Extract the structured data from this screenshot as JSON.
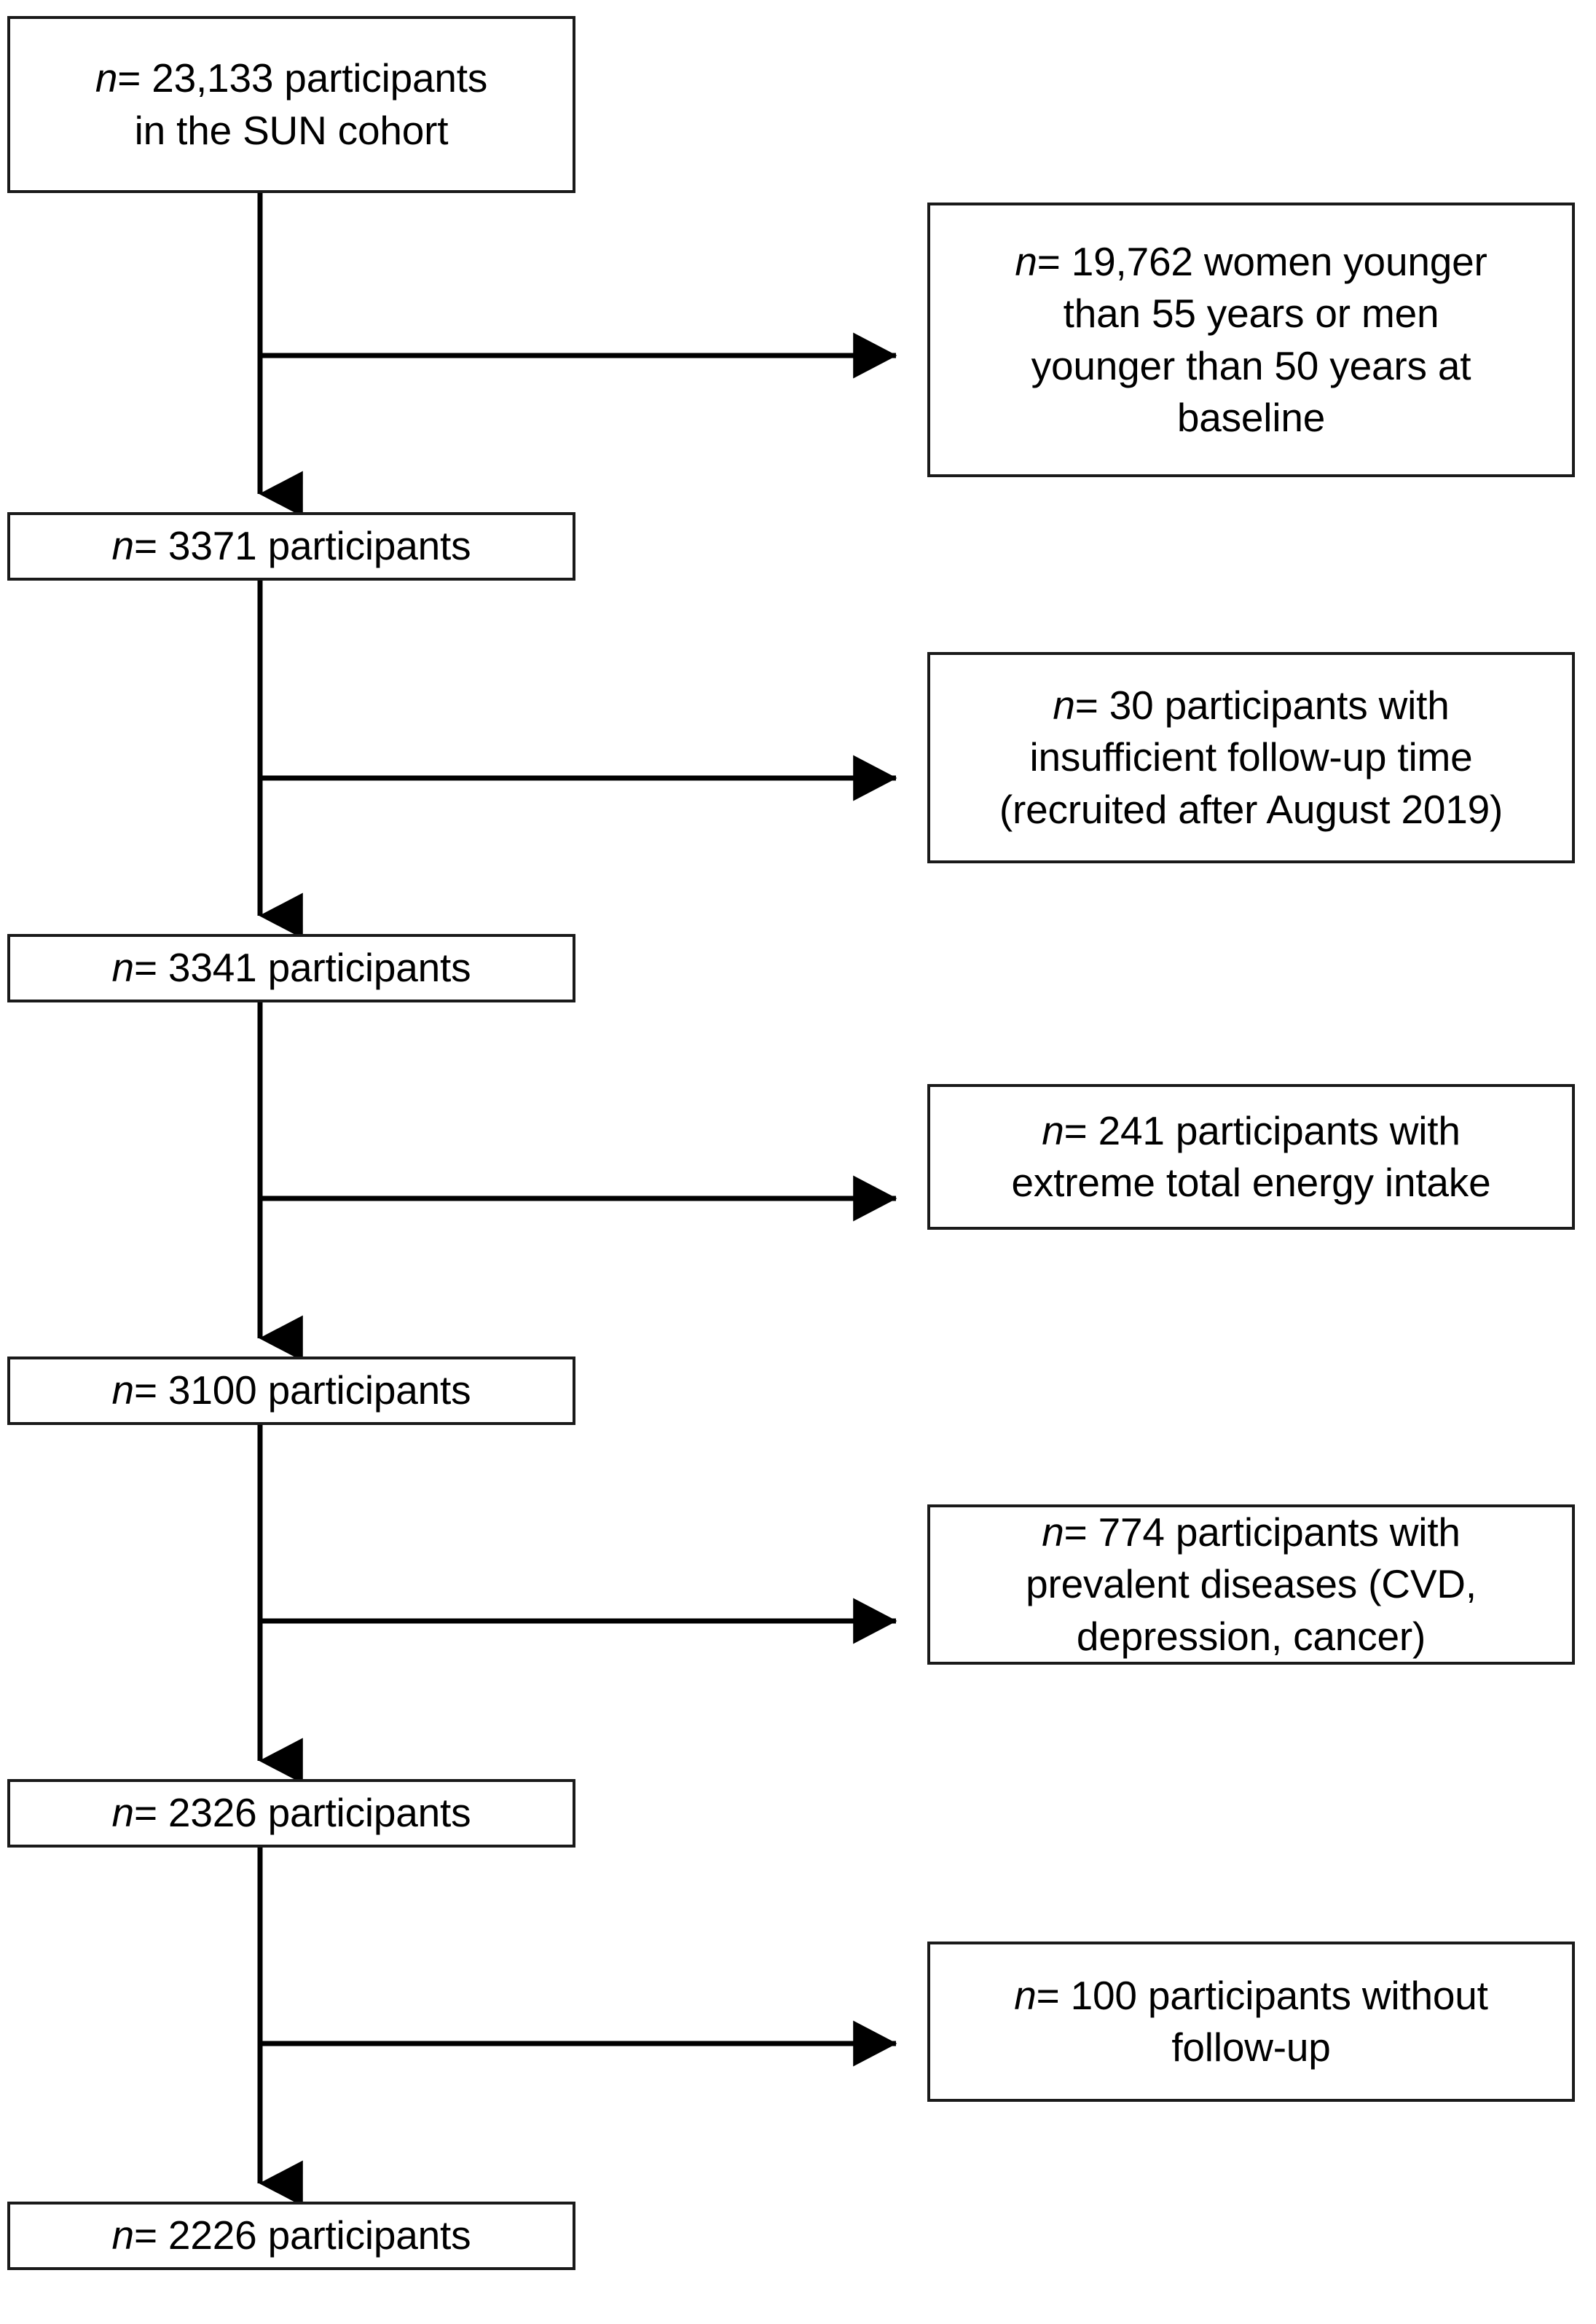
{
  "figure": {
    "type": "participant-flow-diagram",
    "n_symbol": "n",
    "equals": "=",
    "main_nodes": [
      {
        "id": "cohort",
        "n_label": "n",
        "value": "23,133",
        "text": "n= 23,133 participants\nin the SUN cohort",
        "count": 23133,
        "description": "participants in the SUN cohort"
      },
      {
        "id": "after-age-exclusion",
        "n_label": "n",
        "value": "3371",
        "text": "n= 3371 participants",
        "count": 3371,
        "description": "participants"
      },
      {
        "id": "after-followup-time-exclusion",
        "n_label": "n",
        "value": "3341",
        "text": "n= 3341 participants",
        "count": 3341,
        "description": "participants"
      },
      {
        "id": "after-energy-exclusion",
        "n_label": "n",
        "value": "3100",
        "text": "n= 3100 participants",
        "count": 3100,
        "description": "participants"
      },
      {
        "id": "after-prevalent-disease-exclusion",
        "n_label": "n",
        "value": "2326",
        "text": "n= 2326 participants",
        "count": 2326,
        "description": "participants"
      },
      {
        "id": "final-analytic-sample",
        "n_label": "n",
        "value": "2226",
        "text": "n= 2226 participants",
        "count": 2226,
        "description": "participants"
      }
    ],
    "exclusion_nodes": [
      {
        "id": "excluded-age",
        "n_label": "n",
        "value": "19,762",
        "text": "n= 19,762 women younger\nthan 55 years or men\nyounger than 50 years at\nbaseline",
        "count": 19762,
        "reason": "women younger than 55 years or men younger than 50 years at baseline"
      },
      {
        "id": "excluded-insufficient-followup-time",
        "n_label": "n",
        "value": "30",
        "text": "n= 30 participants with\ninsufficient follow-up time\n(recruited after August 2019)",
        "count": 30,
        "reason": "participants with insufficient follow-up time (recruited after August 2019)"
      },
      {
        "id": "excluded-extreme-energy",
        "n_label": "n",
        "value": "241",
        "text": "n= 241 participants with\nextreme total energy intake",
        "count": 241,
        "reason": "participants with extreme total energy intake"
      },
      {
        "id": "excluded-prevalent-diseases",
        "n_label": "n",
        "value": "774",
        "text": "n= 774 participants with\nprevalent diseases (CVD,\ndepression, cancer)",
        "count": 774,
        "reason": "participants with prevalent diseases (CVD, depression, cancer)"
      },
      {
        "id": "excluded-no-followup",
        "n_label": "n",
        "value": "100",
        "text": "n= 100 participants without\nfollow-up",
        "count": 100,
        "reason": "participants without follow-up"
      }
    ],
    "colors": {
      "box_border": "#1a1a1a",
      "box_fill": "#ffffff",
      "text": "#000000",
      "connector": "#000000",
      "background": "#ffffff"
    }
  }
}
